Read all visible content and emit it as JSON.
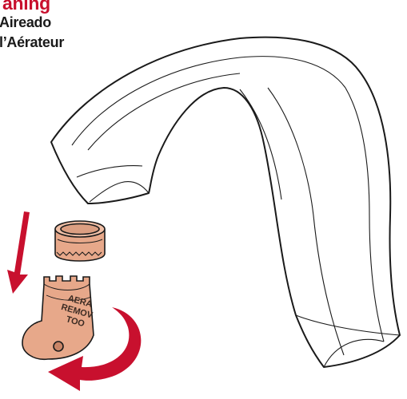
{
  "heading": {
    "line_en": "aning",
    "line_es": "Aireado",
    "line_fr": "l’Aérateur"
  },
  "tool": {
    "label_lines": [
      "AERA",
      "REMOV",
      "TOO"
    ]
  },
  "colors": {
    "heading_red": "#c8102e",
    "arrow_red": "#c8102e",
    "copper": "#e7a88a",
    "copper_dark": "#c98567",
    "outline": "#1a1a1a"
  }
}
